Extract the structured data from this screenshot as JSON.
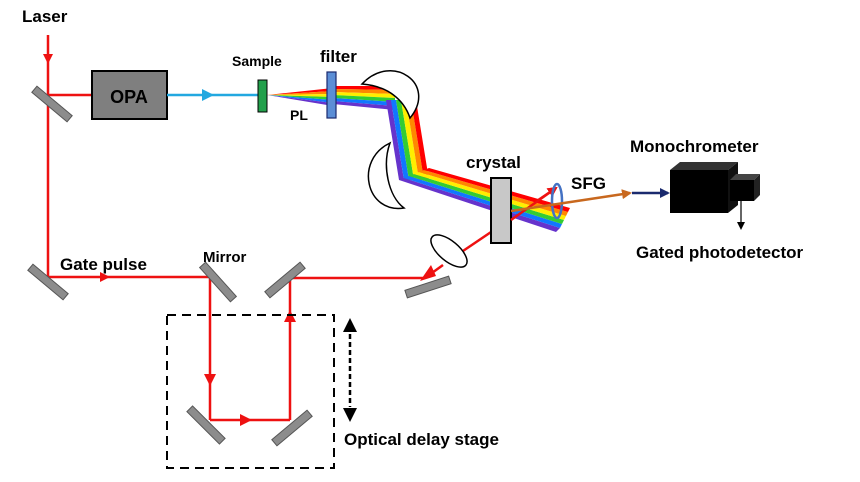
{
  "labels": {
    "laser": "Laser",
    "opa": "OPA",
    "sample": "Sample",
    "filter": "filter",
    "pl": "PL",
    "crystal": "crystal",
    "sfg": "SFG",
    "monochromator": "Monochrometer",
    "gated_photodetector": "Gated photodetector",
    "gate_pulse": "Gate pulse",
    "mirror": "Mirror",
    "optical_delay_stage": "Optical delay stage"
  },
  "colors": {
    "laser_beam": "#ee1111",
    "opa_beam": "#22a8e0",
    "sfg_beam": "#c8681e",
    "detector_beam": "#1a2a6e",
    "mirror": "#888888",
    "opa_box": "#7f7f7f",
    "sample": "#22a04b",
    "filter": "#5b8ed6",
    "crystal": "#c8c8c8",
    "lens": "#4472c4",
    "pl_spectrum": [
      "#ff0000",
      "#ff8800",
      "#ffee00",
      "#33cc33",
      "#1177ff",
      "#6633cc"
    ]
  }
}
